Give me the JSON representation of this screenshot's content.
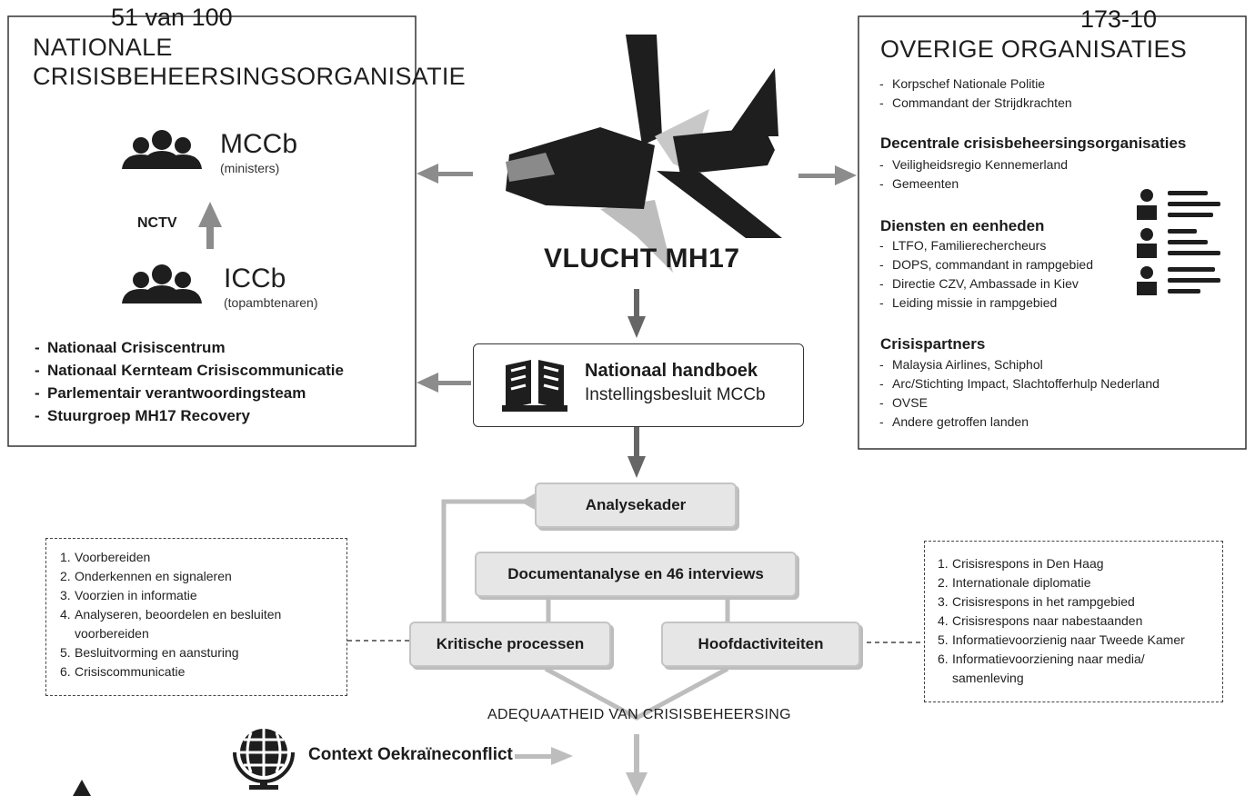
{
  "page_number": "51 van 100",
  "doc_number": "173-10",
  "left_box": {
    "title": "NATIONALE\nCRISISBEHEERSINGSORGANISATIE",
    "mccb": {
      "name": "MCCb",
      "sub": "(ministers)"
    },
    "nctv": "NCTV",
    "iccb": {
      "name": "ICCb",
      "sub": "(topambtenaren)"
    },
    "items": [
      "Nationaal Crisiscentrum",
      "Nationaal Kernteam Crisiscommunicatie",
      "Parlementair verantwoordingsteam",
      "Stuurgroep MH17 Recovery"
    ]
  },
  "right_box": {
    "title": "OVERIGE ORGANISATIES",
    "top_items": [
      "Korpschef Nationale Politie",
      "Commandant der Strijdkrachten"
    ],
    "sections": [
      {
        "heading": "Decentrale crisisbeheersingsorganisaties",
        "items": [
          "Veiligheidsregio Kennemerland",
          "Gemeenten"
        ]
      },
      {
        "heading": "Diensten en eenheden",
        "items": [
          "LTFO, Familierechercheurs",
          "DOPS, commandant in rampgebied",
          "Directie CZV, Ambassade in Kiev",
          "Leiding missie in rampgebied"
        ]
      },
      {
        "heading": "Crisispartners",
        "items": [
          "Malaysia Airlines, Schiphol",
          "Arc/Stichting Impact, Slachtofferhulp Nederland",
          "OVSE",
          "Andere getroffen landen"
        ]
      }
    ]
  },
  "center": {
    "flight_label": "VLUCHT MH17",
    "handbook_title": "Nationaal handboek",
    "handbook_sub": "Instellingsbesluit MCCb",
    "analysekader": "Analysekader",
    "documentanalyse": "Documentanalyse en 46 interviews",
    "kritische": "Kritische processen",
    "hoofdactiviteiten": "Hoofdactiviteiten",
    "adequaatheid": "ADEQUAATHEID VAN CRISISBEHEERSING",
    "context": "Context Oekraïneconflict"
  },
  "critical_processes": [
    {
      "num": "1.",
      "text": "Voorbereiden"
    },
    {
      "num": "2.",
      "text": "Onderkennen en signaleren"
    },
    {
      "num": "3.",
      "text": "Voorzien in informatie"
    },
    {
      "num": "4.",
      "text": "Analyseren, beoordelen en besluiten\nvoorbereiden"
    },
    {
      "num": "5.",
      "text": "Besluitvorming en aansturing"
    },
    {
      "num": "6.",
      "text": "Crisiscommunicatie"
    }
  ],
  "main_activities": [
    {
      "num": "1.",
      "text": "Crisisrespons in Den Haag"
    },
    {
      "num": "2.",
      "text": "Internationale diplomatie"
    },
    {
      "num": "3.",
      "text": "Crisisrespons in het rampgebied"
    },
    {
      "num": "4.",
      "text": "Crisisrespons naar nabestaanden"
    },
    {
      "num": "5.",
      "text": "Informatievoorzienig naar Tweede Kamer"
    },
    {
      "num": "6.",
      "text": "Informatievoorziening naar media/\nsamenleving"
    }
  ],
  "colors": {
    "arrow_gray": "#8c8c8c",
    "box_fill": "#e6e6e6",
    "dark": "#1e1e1e"
  },
  "icons": [
    "group-icon",
    "airplane-icon",
    "book-icon",
    "person-list-icon",
    "globe-icon"
  ]
}
